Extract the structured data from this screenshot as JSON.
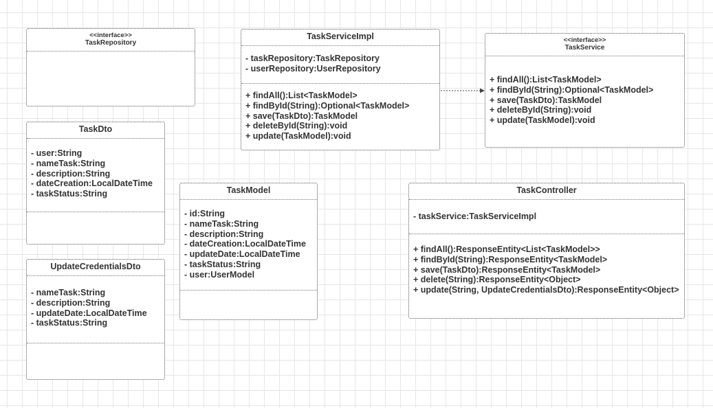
{
  "diagram": {
    "task_repository": {
      "stereotype": "<<interface>>",
      "name": "TaskRepository"
    },
    "task_service_impl": {
      "name": "TaskServiceImpl",
      "attributes": [
        "- taskRepository:TaskRepository",
        "- userRepository:UserRepository"
      ],
      "methods": [
        "+ findAll():List<TaskModel>",
        "+ findById(String):Optional<TaskModel>",
        "+ save(TaskDto):TaskModel",
        "+ deleteById(String):void",
        "+ update(TaskModel):void"
      ]
    },
    "task_service": {
      "stereotype": "<<interface>>",
      "name": "TaskService",
      "methods": [
        "+ findAll():List<TaskModel>",
        "+ findById(String):Optional<TaskModel>",
        "+ save(TaskDto):TaskModel",
        "+ deleteById(String):void",
        "+ update(TaskModel):void"
      ]
    },
    "task_dto": {
      "name": "TaskDto",
      "attributes": [
        "- user:String",
        "- nameTask:String",
        "- description:String",
        "- dateCreation:LocalDateTime",
        "- taskStatus:String"
      ]
    },
    "task_model": {
      "name": "TaskModel",
      "attributes": [
        "- id:String",
        "- nameTask:String",
        "- description:String",
        "- dateCreation:LocalDateTime",
        "- updateDate:LocalDateTime",
        "- taskStatus:String",
        "- user:UserModel"
      ]
    },
    "task_controller": {
      "name": "TaskController",
      "attributes": [
        "- taskService:TaskServiceImpl"
      ],
      "methods": [
        "+ findAll():ResponseEntity<List<TaskModel>>",
        "+ findById(String):ResponseEntity<TaskModel>",
        "+ save(TaskDto):ResponseEntity<TaskModel>",
        "+ delete(String):ResponseEntity<Object>",
        "+ update(String, UpdateCredentialsDto):ResponseEntity<Object>"
      ]
    },
    "update_credentials_dto": {
      "name": "UpdateCredentialsDto",
      "attributes": [
        "- nameTask:String",
        "- description:String",
        "- updateDate:LocalDateTime",
        "- taskStatus:String"
      ]
    }
  }
}
